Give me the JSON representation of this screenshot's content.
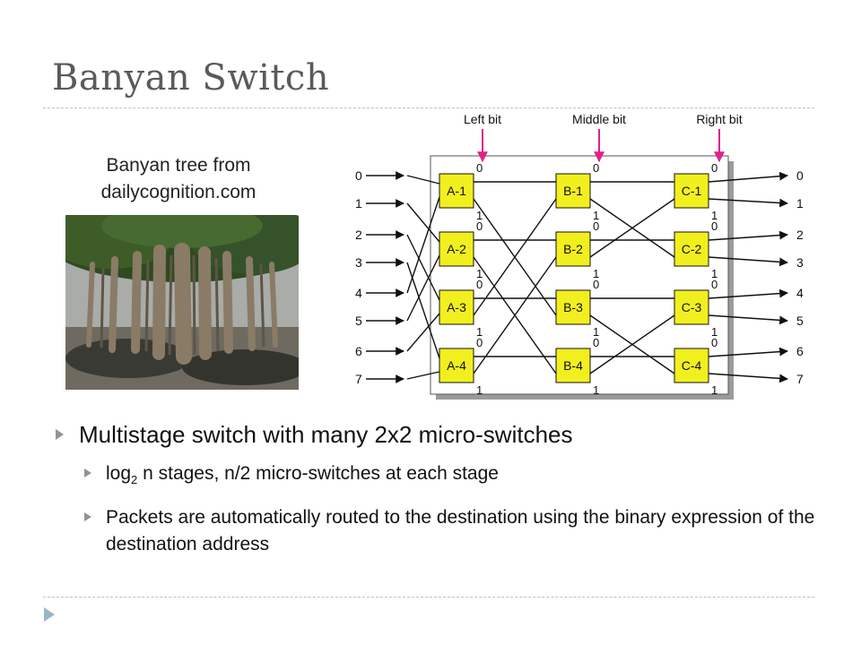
{
  "slide": {
    "title": "Banyan Switch"
  },
  "caption": {
    "line1": "Banyan tree from",
    "line2": "dailycognition.com"
  },
  "bullets": {
    "main": "Multistage switch with many 2x2 micro-switches",
    "sub1_a": "log",
    "sub1_sub": "2",
    "sub1_b": " n stages, n/2 micro-switches at each stage",
    "sub2": "Packets are automatically routed to the destination using the binary expression of the destination address"
  },
  "diagram": {
    "bit_labels": [
      "Left bit",
      "Middle bit",
      "Right bit"
    ],
    "switch_labels": [
      [
        "A-1",
        "A-2",
        "A-3",
        "A-4"
      ],
      [
        "B-1",
        "B-2",
        "B-3",
        "B-4"
      ],
      [
        "C-1",
        "C-2",
        "C-3",
        "C-4"
      ]
    ],
    "input_labels": [
      "0",
      "1",
      "2",
      "3",
      "4",
      "5",
      "6",
      "7"
    ],
    "output_labels": [
      "0",
      "1",
      "2",
      "3",
      "4",
      "5",
      "6",
      "7"
    ],
    "port_labels": [
      "0",
      "1"
    ],
    "colors": {
      "switch_fill": "#f2ef1f",
      "bit_arrow": "#e0208c",
      "title": "#5a5a5a",
      "rule": "#aec6cf"
    }
  },
  "image": {
    "name": "banyan-tree-photo"
  }
}
